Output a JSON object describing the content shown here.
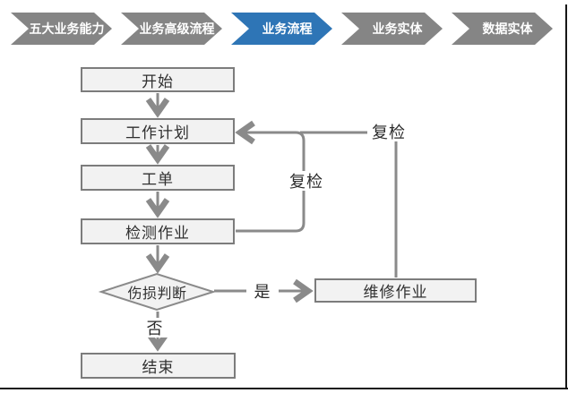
{
  "breadcrumb": {
    "items": [
      {
        "label": "五大业务能力",
        "active": false
      },
      {
        "label": "业务高级流程",
        "active": false
      },
      {
        "label": "业务流程",
        "active": true
      },
      {
        "label": "业务实体",
        "active": false
      },
      {
        "label": "数据实体",
        "active": false
      }
    ],
    "colors": {
      "inactive": "#858585",
      "active": "#2E75B6",
      "text": "#ffffff"
    }
  },
  "flowchart": {
    "nodes": {
      "start": "开始",
      "plan": "工作计划",
      "order": "工单",
      "inspect": "检测作业",
      "decision": "伤损判断",
      "repair": "维修作业",
      "end": "结束"
    },
    "labels": {
      "recheck_left": "复检",
      "recheck_right": "复检",
      "yes": "是",
      "no": "否"
    },
    "colors": {
      "node_fill": "#f2f2f2",
      "node_border": "#7c7c7c",
      "connector": "#8a8a8a",
      "text": "#303030",
      "frame_line": "#161616"
    }
  }
}
